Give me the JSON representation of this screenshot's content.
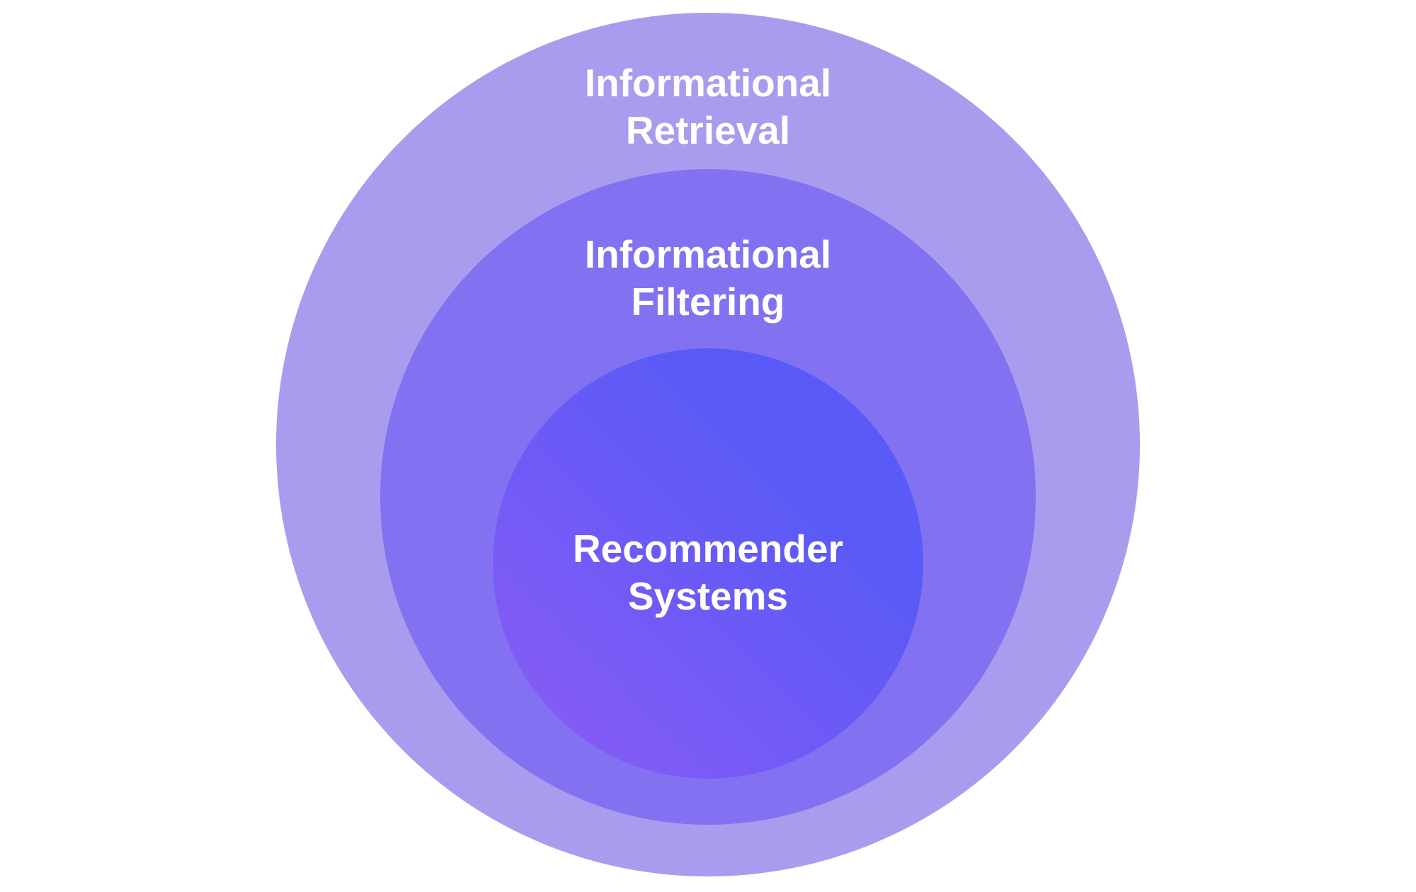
{
  "diagram": {
    "type": "nested-circles",
    "background_color": "#ffffff",
    "label_text_color": "#ffffff",
    "rings": [
      {
        "id": "informational-retrieval",
        "label": "Informational Retrieval",
        "label_lines": [
          "Informational",
          "Retrieval"
        ],
        "fill": "#a99cee"
      },
      {
        "id": "informational-filtering",
        "label": "Informational Filtering",
        "label_lines": [
          "Informational",
          "Filtering"
        ],
        "fill": "#8272f1"
      },
      {
        "id": "recommender-systems",
        "label": "Recommender Systems",
        "label_lines": [
          "Recommender",
          "Systems"
        ],
        "fill_gradient_from": "#8e5bf5",
        "fill_gradient_to": "#5a5af6",
        "fill_gradient_direction": "bottom-left to top-right"
      }
    ]
  }
}
